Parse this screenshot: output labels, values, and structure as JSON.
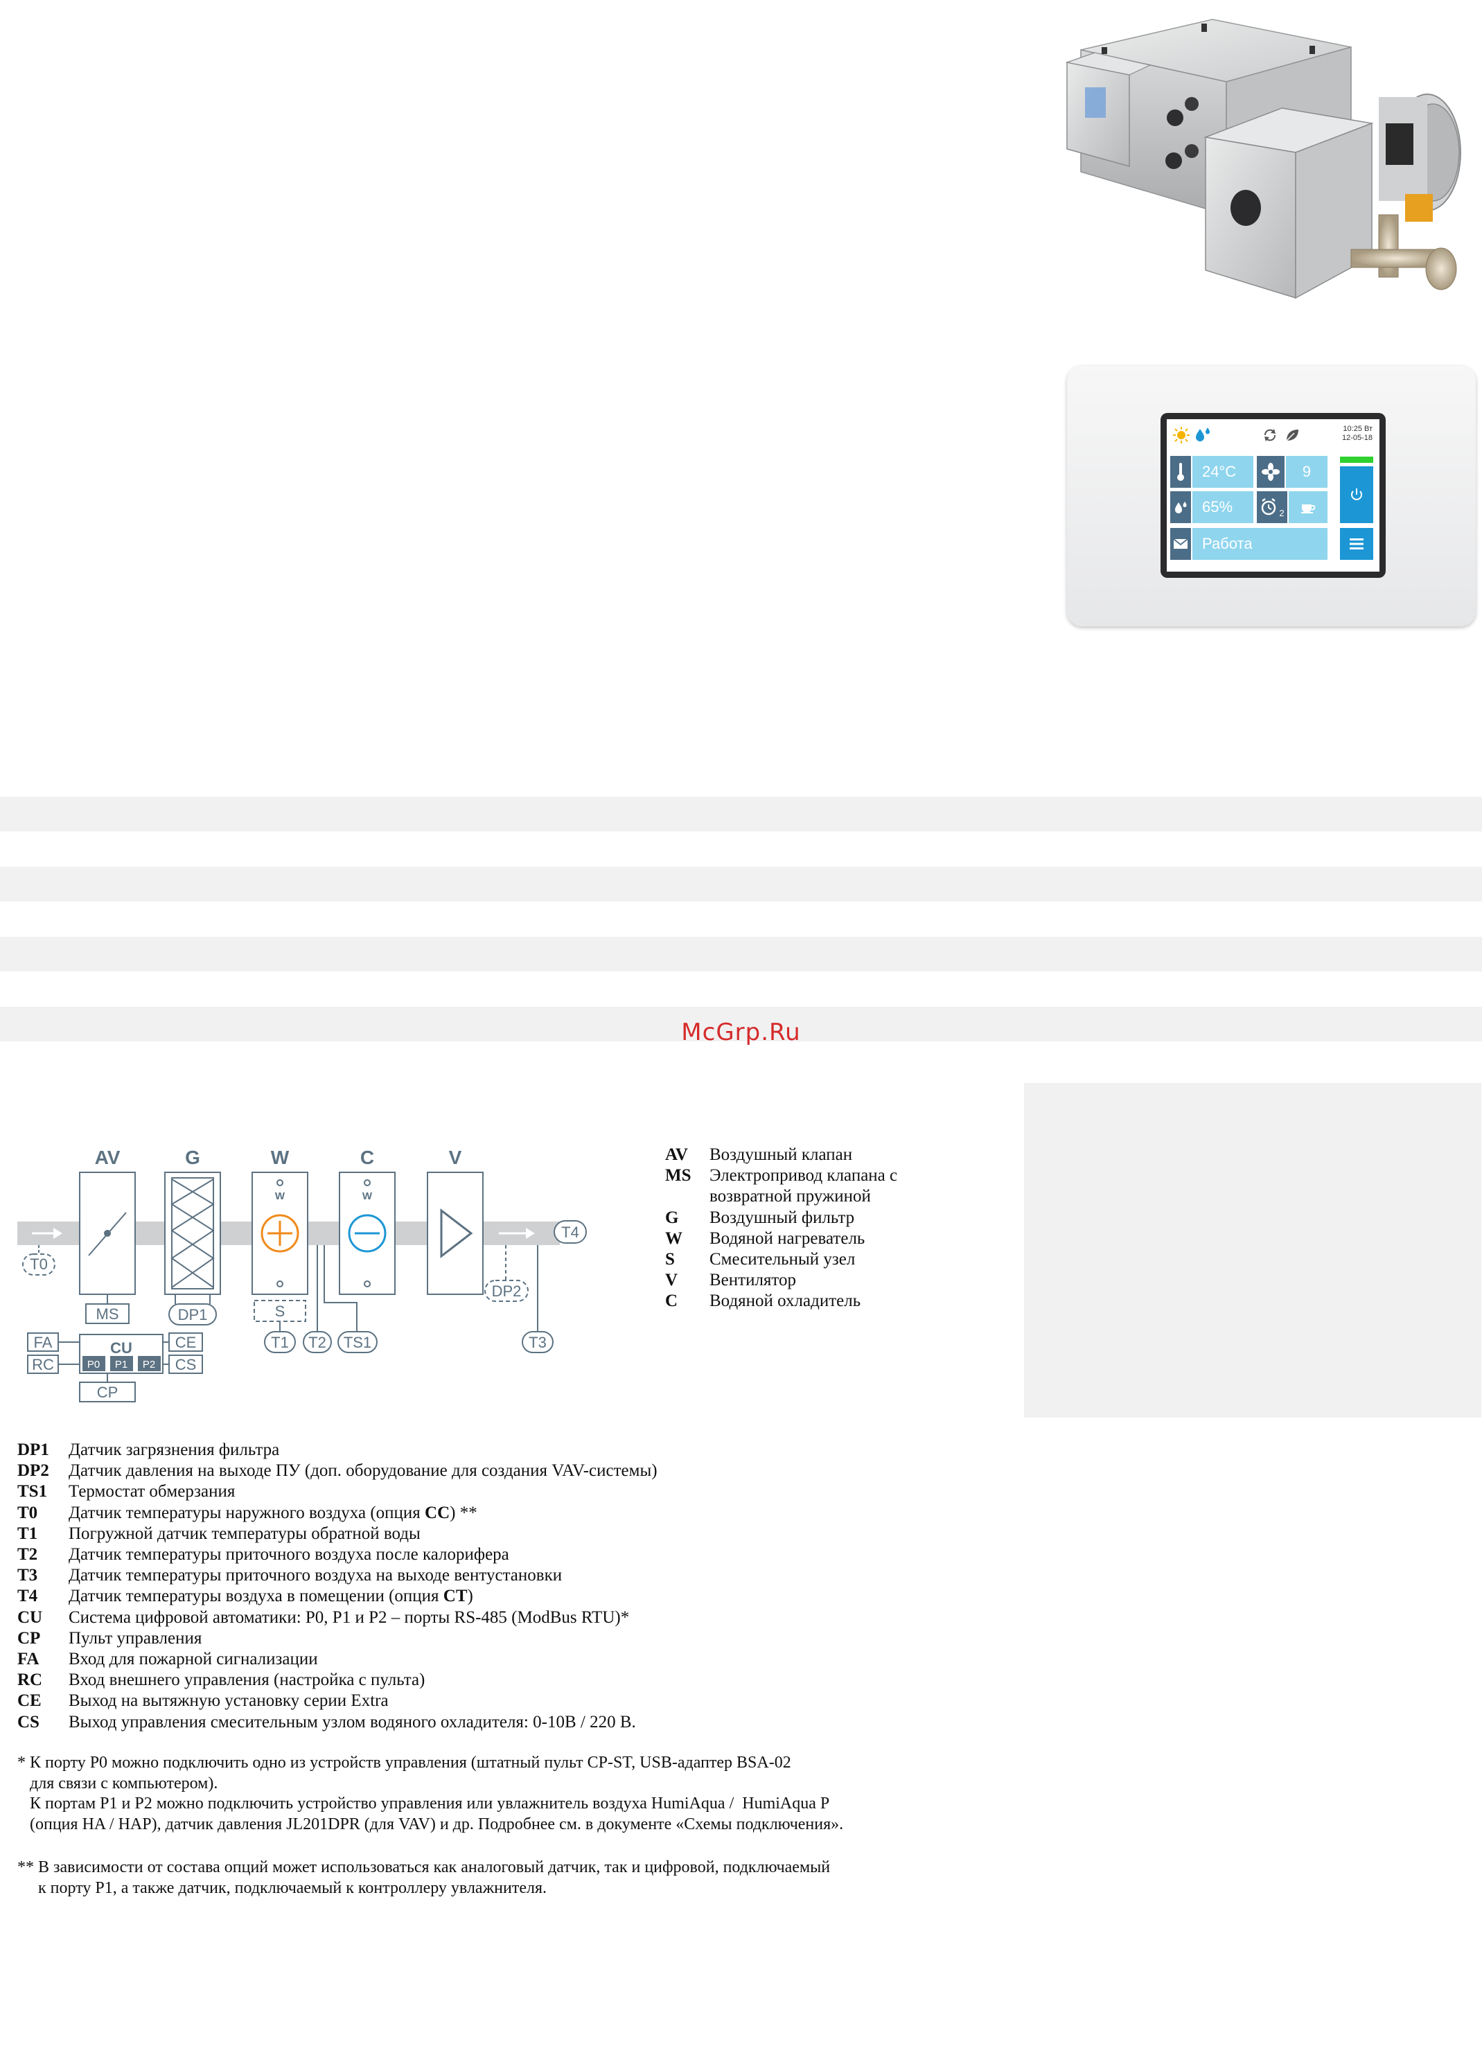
{
  "panel": {
    "time": "10:25 Вт",
    "date": "12-05-18",
    "temp": "24°C",
    "fan_speed": "9",
    "humidity": "65%",
    "timer_sub": "2",
    "status": "Работа"
  },
  "watermark": "McGrp.Ru",
  "diagram": {
    "headers": {
      "av": "AV",
      "g": "G",
      "w": "W",
      "c": "C",
      "v": "V"
    },
    "w_small": "W",
    "c_small": "W",
    "labels": {
      "t0": "T0",
      "t4": "T4",
      "ms": "MS",
      "dp1": "DP1",
      "s": "S",
      "t1": "T1",
      "t2": "T2",
      "ts1": "TS1",
      "dp2": "DP2",
      "t3": "T3",
      "fa": "FA",
      "rc": "RC",
      "cu": "CU",
      "ce": "CE",
      "cs": "CS",
      "p0": "P0",
      "p1": "P1",
      "p2": "P2",
      "cp": "CP"
    }
  },
  "legend_right": [
    {
      "code": "AV",
      "text": "Воздушный клапан"
    },
    {
      "code": "MS",
      "text": "Электропривод клапана с"
    },
    {
      "code": "",
      "text": "возвратной пружиной"
    },
    {
      "code": "G",
      "text": "Воздушный фильтр"
    },
    {
      "code": "W",
      "text": "Водяной нагреватель"
    },
    {
      "code": "S",
      "text": "Смесительный узел"
    },
    {
      "code": "V",
      "text": "Вентилятор"
    },
    {
      "code": "C",
      "text": "Водяной охладитель"
    }
  ],
  "legend_main": [
    {
      "code": "DP1",
      "text": "Датчик загрязнения фильтра",
      "bold": "",
      "after": ""
    },
    {
      "code": "DP2",
      "text": "Датчик давления на выходе ПУ (доп. оборудование для создания VAV-системы)",
      "bold": "",
      "after": ""
    },
    {
      "code": "TS1",
      "text": "Термостат обмерзания",
      "bold": "",
      "after": ""
    },
    {
      "code": "T0",
      "text": "Датчик температуры наружного воздуха (опция ",
      "bold": "CC",
      "after": ") **"
    },
    {
      "code": "T1",
      "text": "Погружной датчик температуры обратной воды",
      "bold": "",
      "after": ""
    },
    {
      "code": "T2",
      "text": "Датчик температуры приточного воздуха после калорифера",
      "bold": "",
      "after": ""
    },
    {
      "code": "T3",
      "text": "Датчик температуры приточного воздуха на выходе вентустановки",
      "bold": "",
      "after": ""
    },
    {
      "code": "T4",
      "text": "Датчик температуры воздуха в помещении (опция ",
      "bold": "CT",
      "after": ")"
    },
    {
      "code": "CU",
      "text": "Система цифровой автоматики: P0, P1 и P2 – порты RS-485 (ModBus RTU)*",
      "bold": "",
      "after": ""
    },
    {
      "code": "CP",
      "text": "Пульт управления",
      "bold": "",
      "after": ""
    },
    {
      "code": "FA",
      "text": "Вход для пожарной сигнализации",
      "bold": "",
      "after": ""
    },
    {
      "code": "RC",
      "text": "Вход внешнего управления (настройка с пульта)",
      "bold": "",
      "after": ""
    },
    {
      "code": "CE",
      "text": "Выход на вытяжную установку серии Extra",
      "bold": "",
      "after": ""
    },
    {
      "code": "CS",
      "text": "Выход управления смесительным узлом водяного охладителя: 0-10В / 220 В.",
      "bold": "",
      "after": ""
    }
  ],
  "notes": {
    "n1": "* К порту P0 можно подключить одно из устройств управления (штатный пульт CP-ST, USB-адаптер BSA-02",
    "n2": "   для связи с компьютером).",
    "n3": "   К портам P1 и P2 можно подключить устройство управления или увлажнитель воздуха HumiAqua /  HumiAqua P",
    "n4": "   (опция HA / HAP), датчик давления JL201DPR (для VAV) и др. Подробнее см. в документе «Схемы подключения».",
    "n5": "** В зависимости от состава опций может использоваться как аналоговый датчик, так и цифровой, подключаемый",
    "n6": "     к порту P1, а также датчик, подключаемый к контроллеру увлажнителя."
  }
}
